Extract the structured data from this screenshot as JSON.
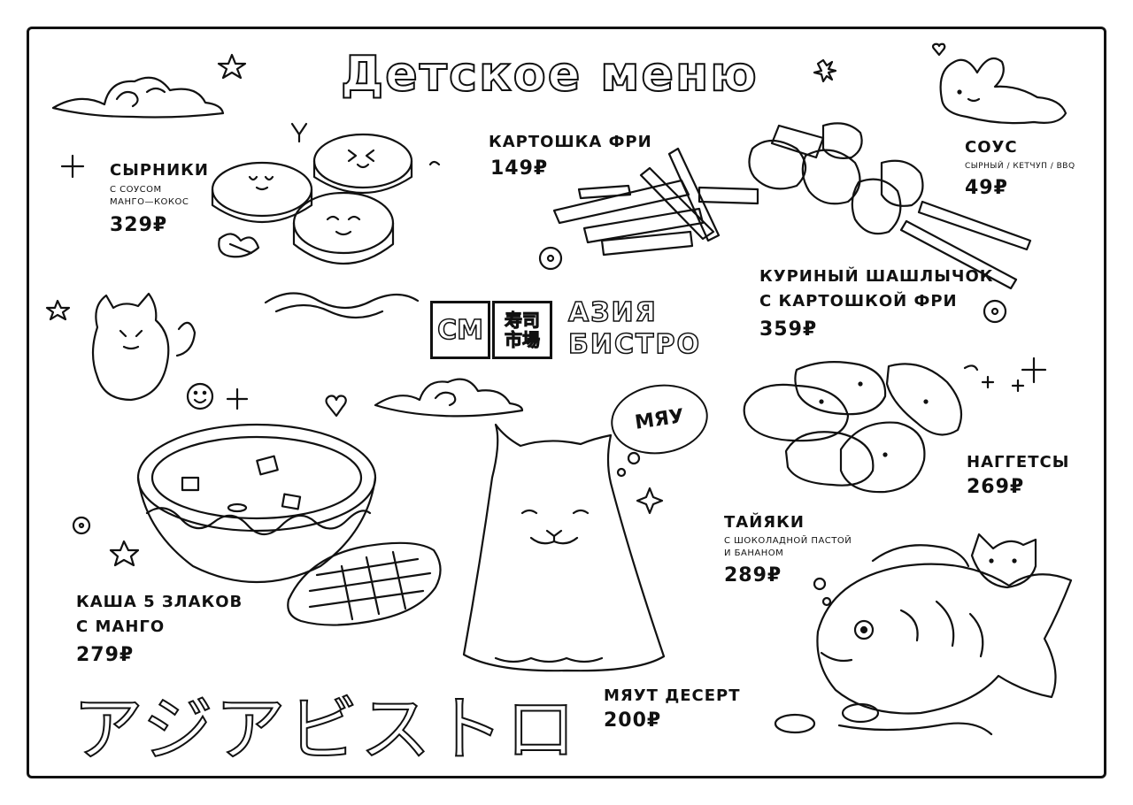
{
  "menu": {
    "title": "Детское меню",
    "logo": {
      "mark": "CM",
      "jp_top": "寿司",
      "jp_bottom": "市場",
      "word_top": "АЗИЯ",
      "word_bottom": "БИСТРО"
    },
    "footer_jp": "アジアビストロ",
    "cat_speech": "МЯУ",
    "items": [
      {
        "name": "СЫРНИКИ",
        "desc_1": "С СОУСОМ",
        "desc_2": "МАНГО—КОКОС",
        "price": "329₽"
      },
      {
        "name": "КАРТОШКА ФРИ",
        "price": "149₽"
      },
      {
        "name": "СОУС",
        "desc_1": "СЫРНЫЙ / КЕТЧУП / BBQ",
        "price": "49₽"
      },
      {
        "name_1": "КУРИНЫЙ ШАШЛЫЧОК",
        "name_2": "С КАРТОШКОЙ ФРИ",
        "price": "359₽"
      },
      {
        "name": "НАГГЕТСЫ",
        "price": "269₽"
      },
      {
        "name": "ТАЙЯКИ",
        "desc_1": "С ШОКОЛАДНОЙ ПАСТОЙ",
        "desc_2": "И БАНАНОМ",
        "price": "289₽"
      },
      {
        "name_1": "КАША 5 ЗЛАКОВ",
        "name_2": "С МАНГО",
        "price": "279₽"
      },
      {
        "name": "МЯУТ ДЕСЕРТ",
        "price": "200₽"
      }
    ]
  }
}
